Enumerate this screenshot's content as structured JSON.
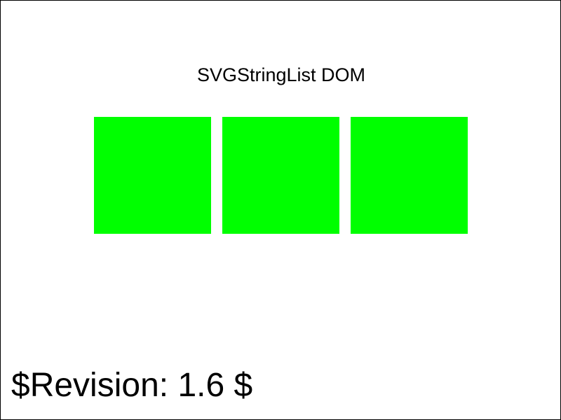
{
  "title": "SVGStringList DOM",
  "revision": "$Revision: 1.6 $",
  "colors": {
    "border": "#000000",
    "background": "#ffffff",
    "pass": "#00ff00"
  },
  "squares": [
    {
      "state": "pass"
    },
    {
      "state": "pass"
    },
    {
      "state": "pass"
    }
  ]
}
